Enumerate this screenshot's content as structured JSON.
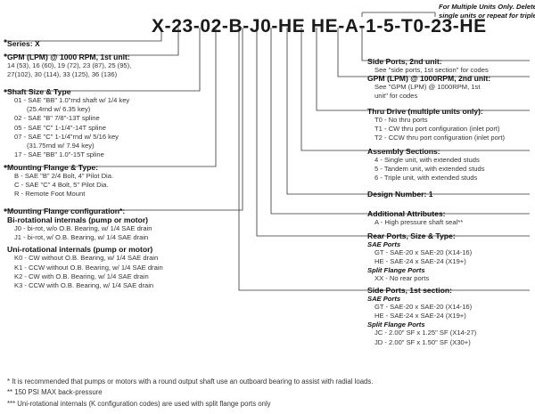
{
  "model_code": "X-23-02-B-J0-HE HE-A-1-5-T0-23-HE",
  "note": [
    "For Multiple Units Only. Delete for",
    "single units or repeat for triple units."
  ],
  "left": {
    "series": {
      "heading": "Series: X"
    },
    "gpm": {
      "heading": "GPM (LPM) @ 1000 RPM, 1st unit:",
      "lines": [
        "14 (53), 16 (60), 19 (72), 23 (87), 25 (95),",
        "27(102), 30 (114), 33 (125), 36 (136)"
      ]
    },
    "shaft": {
      "heading": "Shaft Size & Type",
      "lines": [
        "01 - SAE \"BB\" 1.0\"rnd shaft w/ 1/4 key",
        "(25.4rnd w/ 6.35 key)",
        "02 - SAE \"B\" 7/8\"-13T spline",
        "05 - SAE \"C\" 1-1/4\"-14T spline",
        "07 - SAE \"C\" 1-1/4\"rnd w/ 5/16 key",
        "(31.75rnd w/ 7.94 key)",
        "17 - SAE \"BB\" 1.0\"-15T spline"
      ]
    },
    "mounting": {
      "heading": "Mounting Flange & Type:",
      "lines": [
        "B - SAE \"B\" 2/4 Bolt, 4\" Pilot Dia.",
        "C - SAE \"C\" 4 Bolt, 5\" Pilot Dia.",
        "R - Remote Foot Mount"
      ]
    },
    "config": {
      "heading": "Mounting Flange configuration*:",
      "bi_heading": "Bi-rotational internals (pump or motor)",
      "bi_lines": [
        "J0 - bi-rot, w/o O.B. Bearing, w/ 1/4 SAE drain",
        "J1 - bi-rot, w/ O.B. Bearing, w/ 1/4 SAE drain"
      ],
      "uni_heading": "Uni-rotational internals (pump or motor)",
      "uni_lines": [
        "K0 - CW without O.B. Bearing, w/ 1/4 SAE drain",
        "K1 - CCW without O.B. Bearing, w/ 1/4 SAE drain",
        "K2 - CW with O.B. Bearing, w/ 1/4 SAE drain",
        "K3 - CCW with O.B. Bearing, w/ 1/4 SAE drain"
      ]
    }
  },
  "right": {
    "side2": {
      "heading": "Side Ports, 2nd unit:",
      "lines": [
        "See \"side ports, 1st section\" for codes"
      ]
    },
    "gpm2": {
      "heading": "GPM (LPM) @ 1000RPM, 2nd unit:",
      "lines": [
        "See \"GPM (LPM) @ 1000RPM, 1st",
        "unit\" for codes"
      ]
    },
    "thru": {
      "heading": "Thru Drive (multiple units only):",
      "lines": [
        "T0 - No thru ports",
        "T1 - CW thru port configuration (inlet port)",
        "T2 - CCW thru port configuration (inlet port)"
      ]
    },
    "assembly": {
      "heading": "Assembly Sections:",
      "lines": [
        "4 - Single unit, with extended studs",
        "5 - Tandem unit, with extended studs",
        "6 - Triple unit, with extended studs"
      ]
    },
    "design": {
      "heading": "Design Number: 1"
    },
    "additional": {
      "heading": "Additional Attributes:",
      "lines": [
        "A - High pressure shaft seal**"
      ]
    },
    "rear": {
      "heading": "Rear Ports, Size & Type:",
      "sae_label": "SAE Ports",
      "sae_lines": [
        "GT - SAE-20 x SAE-20 (X14-16)",
        "HE - SAE-24 x SAE-24 (X19+)"
      ],
      "split_label": "Split Flange Ports",
      "split_lines": [
        "XX - No rear ports"
      ]
    },
    "side1": {
      "heading": "Side Ports, 1st section:",
      "sae_label": "SAE Ports",
      "sae_lines": [
        "GT - SAE-20 x SAE-20 (X14-16)",
        "HE - SAE-24 x SAE-24 (X19+)"
      ],
      "split_label": "Split Flange Ports",
      "split_lines": [
        "JC - 2.00\" SF x 1.25\" SF (X14-27)",
        "JD - 2.00\" SF x 1.50\" SF (X30+)"
      ]
    }
  },
  "footnotes": [
    "* It is recommended that pumps or motors with a round output shaft use an outboard bearing to assist with radial loads.",
    "** 150 PSI MAX back-pressure",
    "*** Uni-rotational internals (K configuration codes) are used with split flange ports only"
  ]
}
